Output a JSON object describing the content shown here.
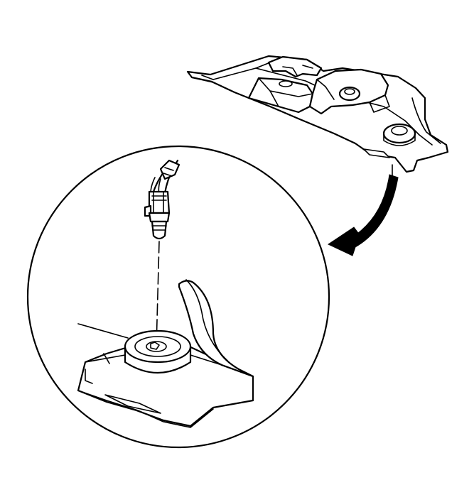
{
  "diagram": {
    "kind": "technical-line-illustration",
    "colors": {
      "ink": "#000000",
      "paper": "#ffffff"
    },
    "parts": [
      "panel-overview",
      "detail-magnifier",
      "bulb-socket-connector",
      "socket-boss",
      "callout-arrow"
    ]
  }
}
